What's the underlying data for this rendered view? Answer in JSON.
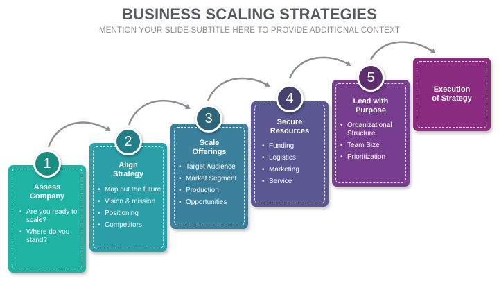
{
  "title": "BUSINESS SCALING STRATEGIES",
  "subtitle": "MENTION YOUR SLIDE SUBTITLE HERE TO PROVIDE ADDITIONAL CONTEXT",
  "colors": {
    "step1": "#1fb3a4",
    "step2": "#2a9fa8",
    "step3": "#3a7f9c",
    "step4": "#5b5793",
    "step5": "#773d8e",
    "step6": "#8a2b7f",
    "badge1": "#1a8c82",
    "badge2": "#237e87",
    "badge3": "#2d6478",
    "badge4": "#454270",
    "badge5": "#5c2e6d",
    "arrow": "#8a8f95"
  },
  "steps": [
    {
      "number": "1",
      "title": "Assess\nCompany",
      "bullets": [
        "Are you ready to scale?",
        "Where do you stand?"
      ]
    },
    {
      "number": "2",
      "title": "Align\nStrategy",
      "bullets": [
        "Map out the future",
        "Vision & mission",
        "Positioning",
        "Competitors"
      ]
    },
    {
      "number": "3",
      "title": "Scale\nOfferings",
      "bullets": [
        "Target Audience",
        "Market Segment",
        "Production",
        "Opportunities"
      ]
    },
    {
      "number": "4",
      "title": "Secure\nResources",
      "bullets": [
        "Funding",
        "Logistics",
        "Marketing",
        "Service"
      ]
    },
    {
      "number": "5",
      "title": "Lead with\nPurpose",
      "bullets": [
        "Organizational Structure",
        "Team Size",
        "Prioritization"
      ]
    },
    {
      "number": "",
      "title": "Execution\nof Strategy",
      "bullets": []
    }
  ]
}
